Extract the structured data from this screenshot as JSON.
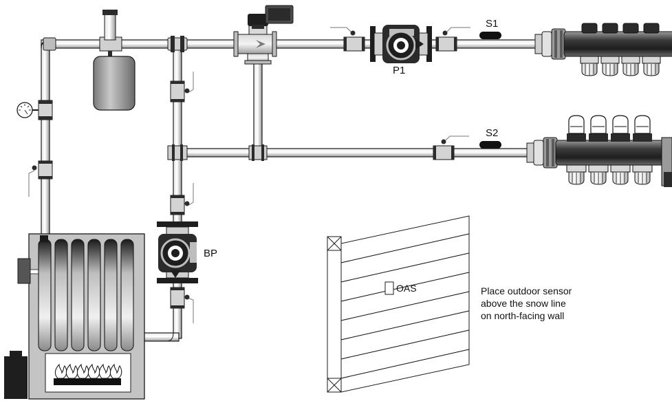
{
  "labels": {
    "s1": "S1",
    "s2": "S2",
    "p1": "P1",
    "bp": "BP",
    "oas": "OAS"
  },
  "note": {
    "line1": "Place outdoor sensor",
    "line2": "above the snow line",
    "line3": "on north-facing wall"
  },
  "colors": {
    "pipe": "#c6c6c6",
    "outline": "#1a1a1a",
    "dark": "#2b2b2b",
    "boiler_fill": "#bfbfbf"
  }
}
